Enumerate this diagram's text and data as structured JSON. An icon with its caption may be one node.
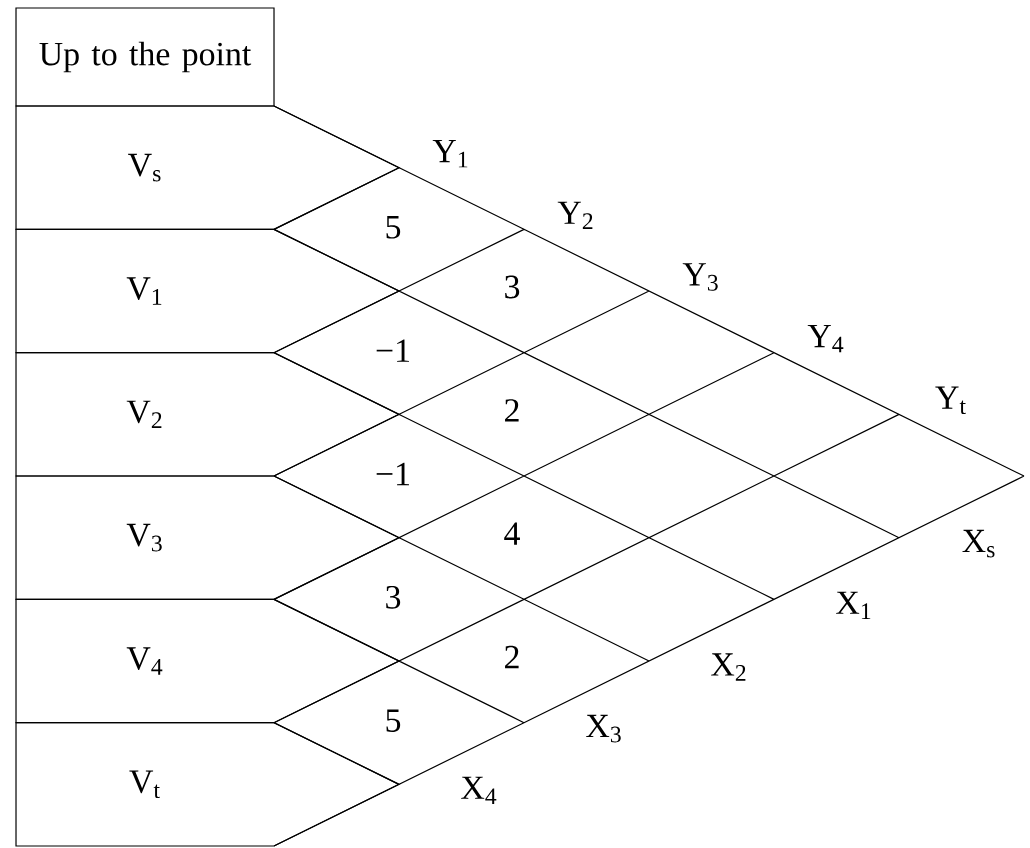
{
  "diagram": {
    "nodes": [
      {
        "text": [
          "Up to the point"
        ]
      },
      {
        "text": [
          "V$_{s}$"
        ]
      },
      {
        "text": [
          "V$_{1}$"
        ]
      },
      {
        "text": [
          "V$_{2}$"
        ]
      },
      {
        "text": [
          "V$_{3}$"
        ]
      },
      {
        "text": [
          "V$_{4}$"
        ]
      },
      {
        "text": [
          "V$_{t}$"
        ]
      }
    ],
    "labels": [
      "Y$_{1}$",
      "5",
      "Y$_{2}$",
      "3",
      "Y$_{3}$",
      "−1",
      "Y$_{4}$",
      "2",
      "Y$_{t}$",
      "−1",
      "X$_{s}$",
      "4",
      "X$_{1}$",
      "3",
      "X$_{2}$",
      "2",
      "X$_{3}$",
      "5",
      "X$_{4}$"
    ]
  }
}
